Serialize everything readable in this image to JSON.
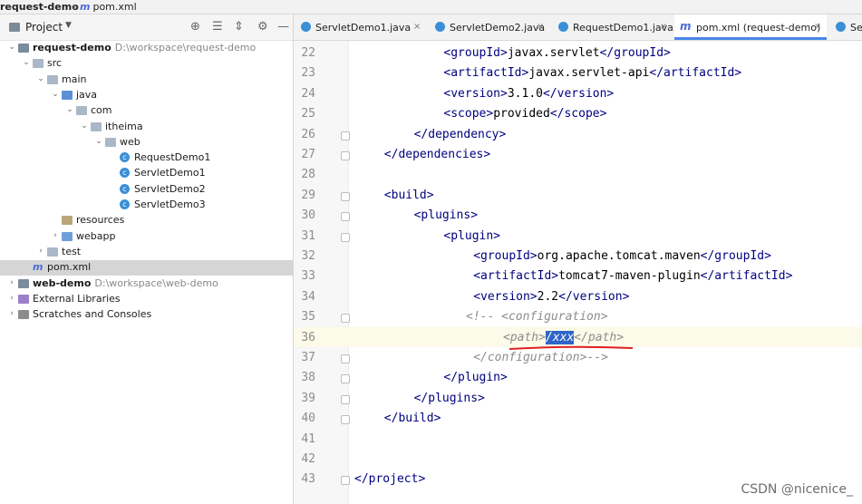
{
  "topbar": {
    "project": "request-demo",
    "file": "pom.xml",
    "file_icon": "m"
  },
  "sidebar": {
    "title": "Project",
    "tree": [
      {
        "name": "request-demo",
        "path": "D:\\workspace\\request-demo",
        "bold": true,
        "icon": "module-folder",
        "depth": 0,
        "arrow": "down"
      },
      {
        "name": "src",
        "icon": "folder",
        "depth": 1,
        "arrow": "down"
      },
      {
        "name": "main",
        "icon": "folder",
        "depth": 2,
        "arrow": "down"
      },
      {
        "name": "java",
        "icon": "source-folder",
        "depth": 3,
        "arrow": "down"
      },
      {
        "name": "com",
        "icon": "package",
        "depth": 4,
        "arrow": "down"
      },
      {
        "name": "itheima",
        "icon": "package",
        "depth": 5,
        "arrow": "down"
      },
      {
        "name": "web",
        "icon": "package",
        "depth": 6,
        "arrow": "down"
      },
      {
        "name": "RequestDemo1",
        "icon": "class",
        "depth": 7,
        "arrow": ""
      },
      {
        "name": "ServletDemo1",
        "icon": "class",
        "depth": 7,
        "arrow": ""
      },
      {
        "name": "ServletDemo2",
        "icon": "class",
        "depth": 7,
        "arrow": ""
      },
      {
        "name": "ServletDemo3",
        "icon": "class",
        "depth": 7,
        "arrow": ""
      },
      {
        "name": "resources",
        "icon": "resources-folder",
        "depth": 3,
        "arrow": ""
      },
      {
        "name": "webapp",
        "icon": "web-folder",
        "depth": 3,
        "arrow": "right"
      },
      {
        "name": "test",
        "icon": "folder",
        "depth": 2,
        "arrow": "right"
      },
      {
        "name": "pom.xml",
        "icon": "maven",
        "depth": 1,
        "arrow": "",
        "selected": true
      },
      {
        "name": "web-demo",
        "path": "D:\\workspace\\web-demo",
        "bold": true,
        "icon": "module-folder",
        "depth": 0,
        "arrow": "right"
      },
      {
        "name": "External Libraries",
        "icon": "library",
        "depth": 0,
        "arrow": "right"
      },
      {
        "name": "Scratches and Consoles",
        "icon": "scratch",
        "depth": 0,
        "arrow": "right"
      }
    ]
  },
  "tabs": [
    {
      "label": "ServletDemo1.java",
      "icon": "class",
      "active": false
    },
    {
      "label": "ServletDemo2.java",
      "icon": "class",
      "active": false
    },
    {
      "label": "RequestDemo1.java",
      "icon": "class",
      "active": false
    },
    {
      "label": "pom.xml (request-demo)",
      "icon": "maven",
      "active": true
    },
    {
      "label": "Ser",
      "icon": "class",
      "active": false
    }
  ],
  "editor": {
    "lines": [
      {
        "n": "22",
        "indent": 12,
        "parts": [
          [
            "tg",
            "<groupId>"
          ],
          [
            "tx2",
            "javax.servlet"
          ],
          [
            "tg",
            "</groupId>"
          ]
        ]
      },
      {
        "n": "23",
        "indent": 12,
        "parts": [
          [
            "tg",
            "<artifactId>"
          ],
          [
            "tx2",
            "javax.servlet-api"
          ],
          [
            "tg",
            "</artifactId>"
          ]
        ]
      },
      {
        "n": "24",
        "indent": 12,
        "parts": [
          [
            "tg",
            "<version>"
          ],
          [
            "tx2",
            "3.1.0"
          ],
          [
            "tg",
            "</version>"
          ]
        ]
      },
      {
        "n": "25",
        "indent": 12,
        "parts": [
          [
            "tg",
            "<scope>"
          ],
          [
            "tx2",
            "provided"
          ],
          [
            "tg",
            "</scope>"
          ]
        ]
      },
      {
        "n": "26",
        "indent": 8,
        "parts": [
          [
            "tg",
            "</dependency>"
          ]
        ]
      },
      {
        "n": "27",
        "indent": 4,
        "parts": [
          [
            "tg",
            "</dependencies>"
          ]
        ]
      },
      {
        "n": "28",
        "indent": 0,
        "parts": []
      },
      {
        "n": "29",
        "indent": 4,
        "parts": [
          [
            "tg",
            "<build>"
          ]
        ]
      },
      {
        "n": "30",
        "indent": 8,
        "parts": [
          [
            "tg",
            "<plugins>"
          ]
        ]
      },
      {
        "n": "31",
        "indent": 12,
        "parts": [
          [
            "tg",
            "<plugin>"
          ]
        ]
      },
      {
        "n": "32",
        "indent": 16,
        "parts": [
          [
            "tg",
            "<groupId>"
          ],
          [
            "tx2",
            "org.apache.tomcat.maven"
          ],
          [
            "tg",
            "</groupId>"
          ]
        ]
      },
      {
        "n": "33",
        "indent": 16,
        "parts": [
          [
            "tg",
            "<artifactId>"
          ],
          [
            "tx2",
            "tomcat7-maven-plugin"
          ],
          [
            "tg",
            "</artifactId>"
          ]
        ]
      },
      {
        "n": "34",
        "indent": 16,
        "parts": [
          [
            "tg",
            "<version>"
          ],
          [
            "tx2",
            "2.2"
          ],
          [
            "tg",
            "</version>"
          ]
        ]
      },
      {
        "n": "35",
        "indent": 15,
        "parts": [
          [
            "cm",
            "<!-- <configuration>"
          ]
        ]
      },
      {
        "n": "36",
        "indent": 20,
        "parts": [
          [
            "cm",
            "<path>"
          ],
          [
            "sel",
            "/xxx"
          ],
          [
            "cm",
            "</path>"
          ]
        ]
      },
      {
        "n": "37",
        "indent": 16,
        "parts": [
          [
            "cm",
            "</configuration>-->"
          ]
        ]
      },
      {
        "n": "38",
        "indent": 12,
        "parts": [
          [
            "tg",
            "</plugin>"
          ]
        ]
      },
      {
        "n": "39",
        "indent": 8,
        "parts": [
          [
            "tg",
            "</plugins>"
          ]
        ]
      },
      {
        "n": "40",
        "indent": 4,
        "parts": [
          [
            "tg",
            "</build>"
          ]
        ]
      },
      {
        "n": "41",
        "indent": 0,
        "parts": []
      },
      {
        "n": "42",
        "indent": 0,
        "parts": []
      },
      {
        "n": "43",
        "indent": 0,
        "parts": [
          [
            "tg",
            "</project>"
          ]
        ]
      }
    ]
  },
  "watermark": "CSDN @nicenice_",
  "colors": {
    "tag": "#000080",
    "comment": "#8c8c8c",
    "selection": "#2f65ca",
    "annotation": "#e02020",
    "active_tab": "#4a86e8"
  }
}
